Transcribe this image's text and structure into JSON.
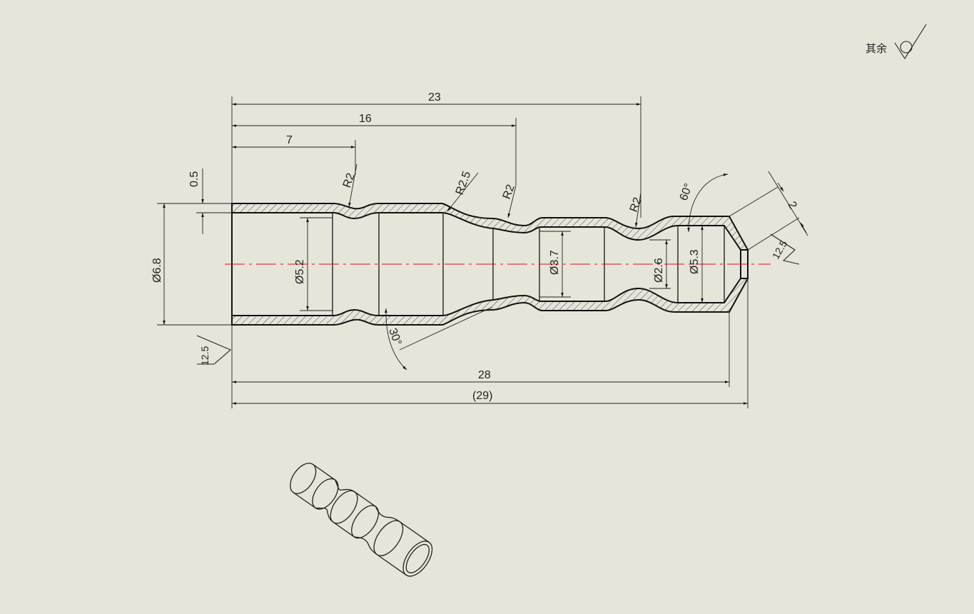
{
  "surface_note": {
    "label": "其余"
  },
  "dimensions": {
    "d23": "23",
    "d16": "16",
    "d7": "7",
    "d28": "28",
    "d29": "(29)",
    "wall": "0.5",
    "od": "Ø6.8",
    "id_large": "Ø5.2",
    "id_mid": "Ø3.7",
    "id_neck": "Ø2.6",
    "id_end": "Ø5.3",
    "r_first": "R2",
    "r_second": "R2.5",
    "r_third": "R2",
    "r_fourth": "R2",
    "angle_60": "60°",
    "angle_30": "30°",
    "tip_len": "2",
    "rough_left": "12.5",
    "rough_right": "12.5"
  },
  "colors": {
    "background": "#e6e5da",
    "line": "#111111",
    "centerline": "#dd1111"
  }
}
